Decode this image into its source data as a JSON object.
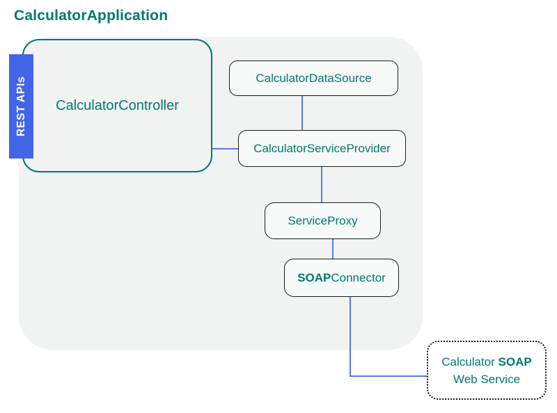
{
  "title": "CalculatorApplication",
  "rest_api_label": "REST APIs",
  "nodes": {
    "controller": {
      "label": "CalculatorController"
    },
    "data_source": {
      "label": "CalculatorDataSource"
    },
    "service_provider": {
      "label": "CalculatorServiceProvider"
    },
    "service_proxy": {
      "label": "ServiceProxy"
    },
    "soap_connector": {
      "label_bold": "SOAP",
      "label_rest": "Connector"
    },
    "soap_web_service": {
      "line1_regular": "Calculator ",
      "line1_bold": "SOAP",
      "line2": "Web Service"
    }
  },
  "edges": [
    {
      "from": "CalculatorController",
      "to": "CalculatorServiceProvider"
    },
    {
      "from": "CalculatorDataSource",
      "to": "CalculatorServiceProvider"
    },
    {
      "from": "CalculatorServiceProvider",
      "to": "ServiceProxy"
    },
    {
      "from": "ServiceProxy",
      "to": "SOAPConnector"
    },
    {
      "from": "SOAPConnector",
      "to": "Calculator SOAP Web Service"
    }
  ],
  "colors": {
    "teal": "#00786E",
    "badge_blue": "#4465E6",
    "line_blue": "#5577F0",
    "container_bg": "#F1F3F2",
    "node_bg": "#F7F8F8",
    "node_border": "#1C1C1C",
    "page_bg": "#FFFFFF"
  }
}
